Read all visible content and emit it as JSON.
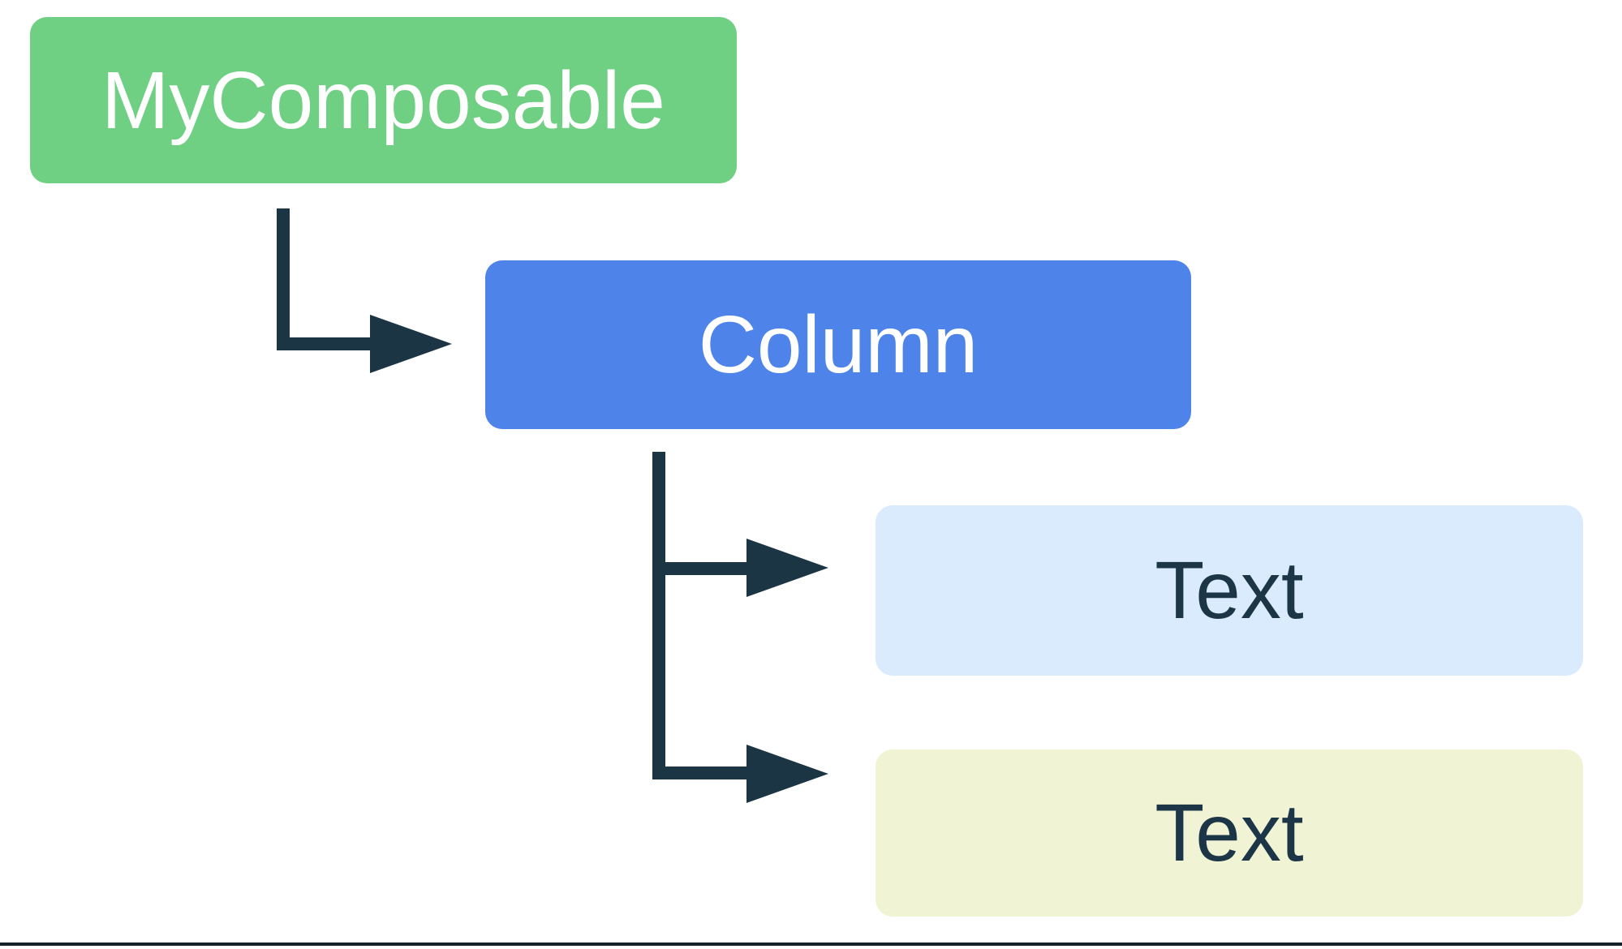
{
  "diagram": {
    "title": "composable-hierarchy",
    "nodes": [
      {
        "id": "root",
        "label": "MyComposable",
        "bg": "#6fd083",
        "fg": "#ffffff"
      },
      {
        "id": "column",
        "label": "Column",
        "bg": "#4e83ea",
        "fg": "#ffffff"
      },
      {
        "id": "text-first",
        "label": "Text",
        "bg": "#d9ebfc",
        "fg": "#1c3647"
      },
      {
        "id": "text-second",
        "label": "Text",
        "bg": "#f0f4d4",
        "fg": "#1c3647"
      }
    ],
    "edges": [
      {
        "from": "root",
        "to": "column"
      },
      {
        "from": "column",
        "to": "text-first"
      },
      {
        "from": "column",
        "to": "text-second"
      }
    ],
    "colors": {
      "arrow": "#1b3545",
      "bottom_rule": "#15212b",
      "background": "#ffffff"
    }
  }
}
